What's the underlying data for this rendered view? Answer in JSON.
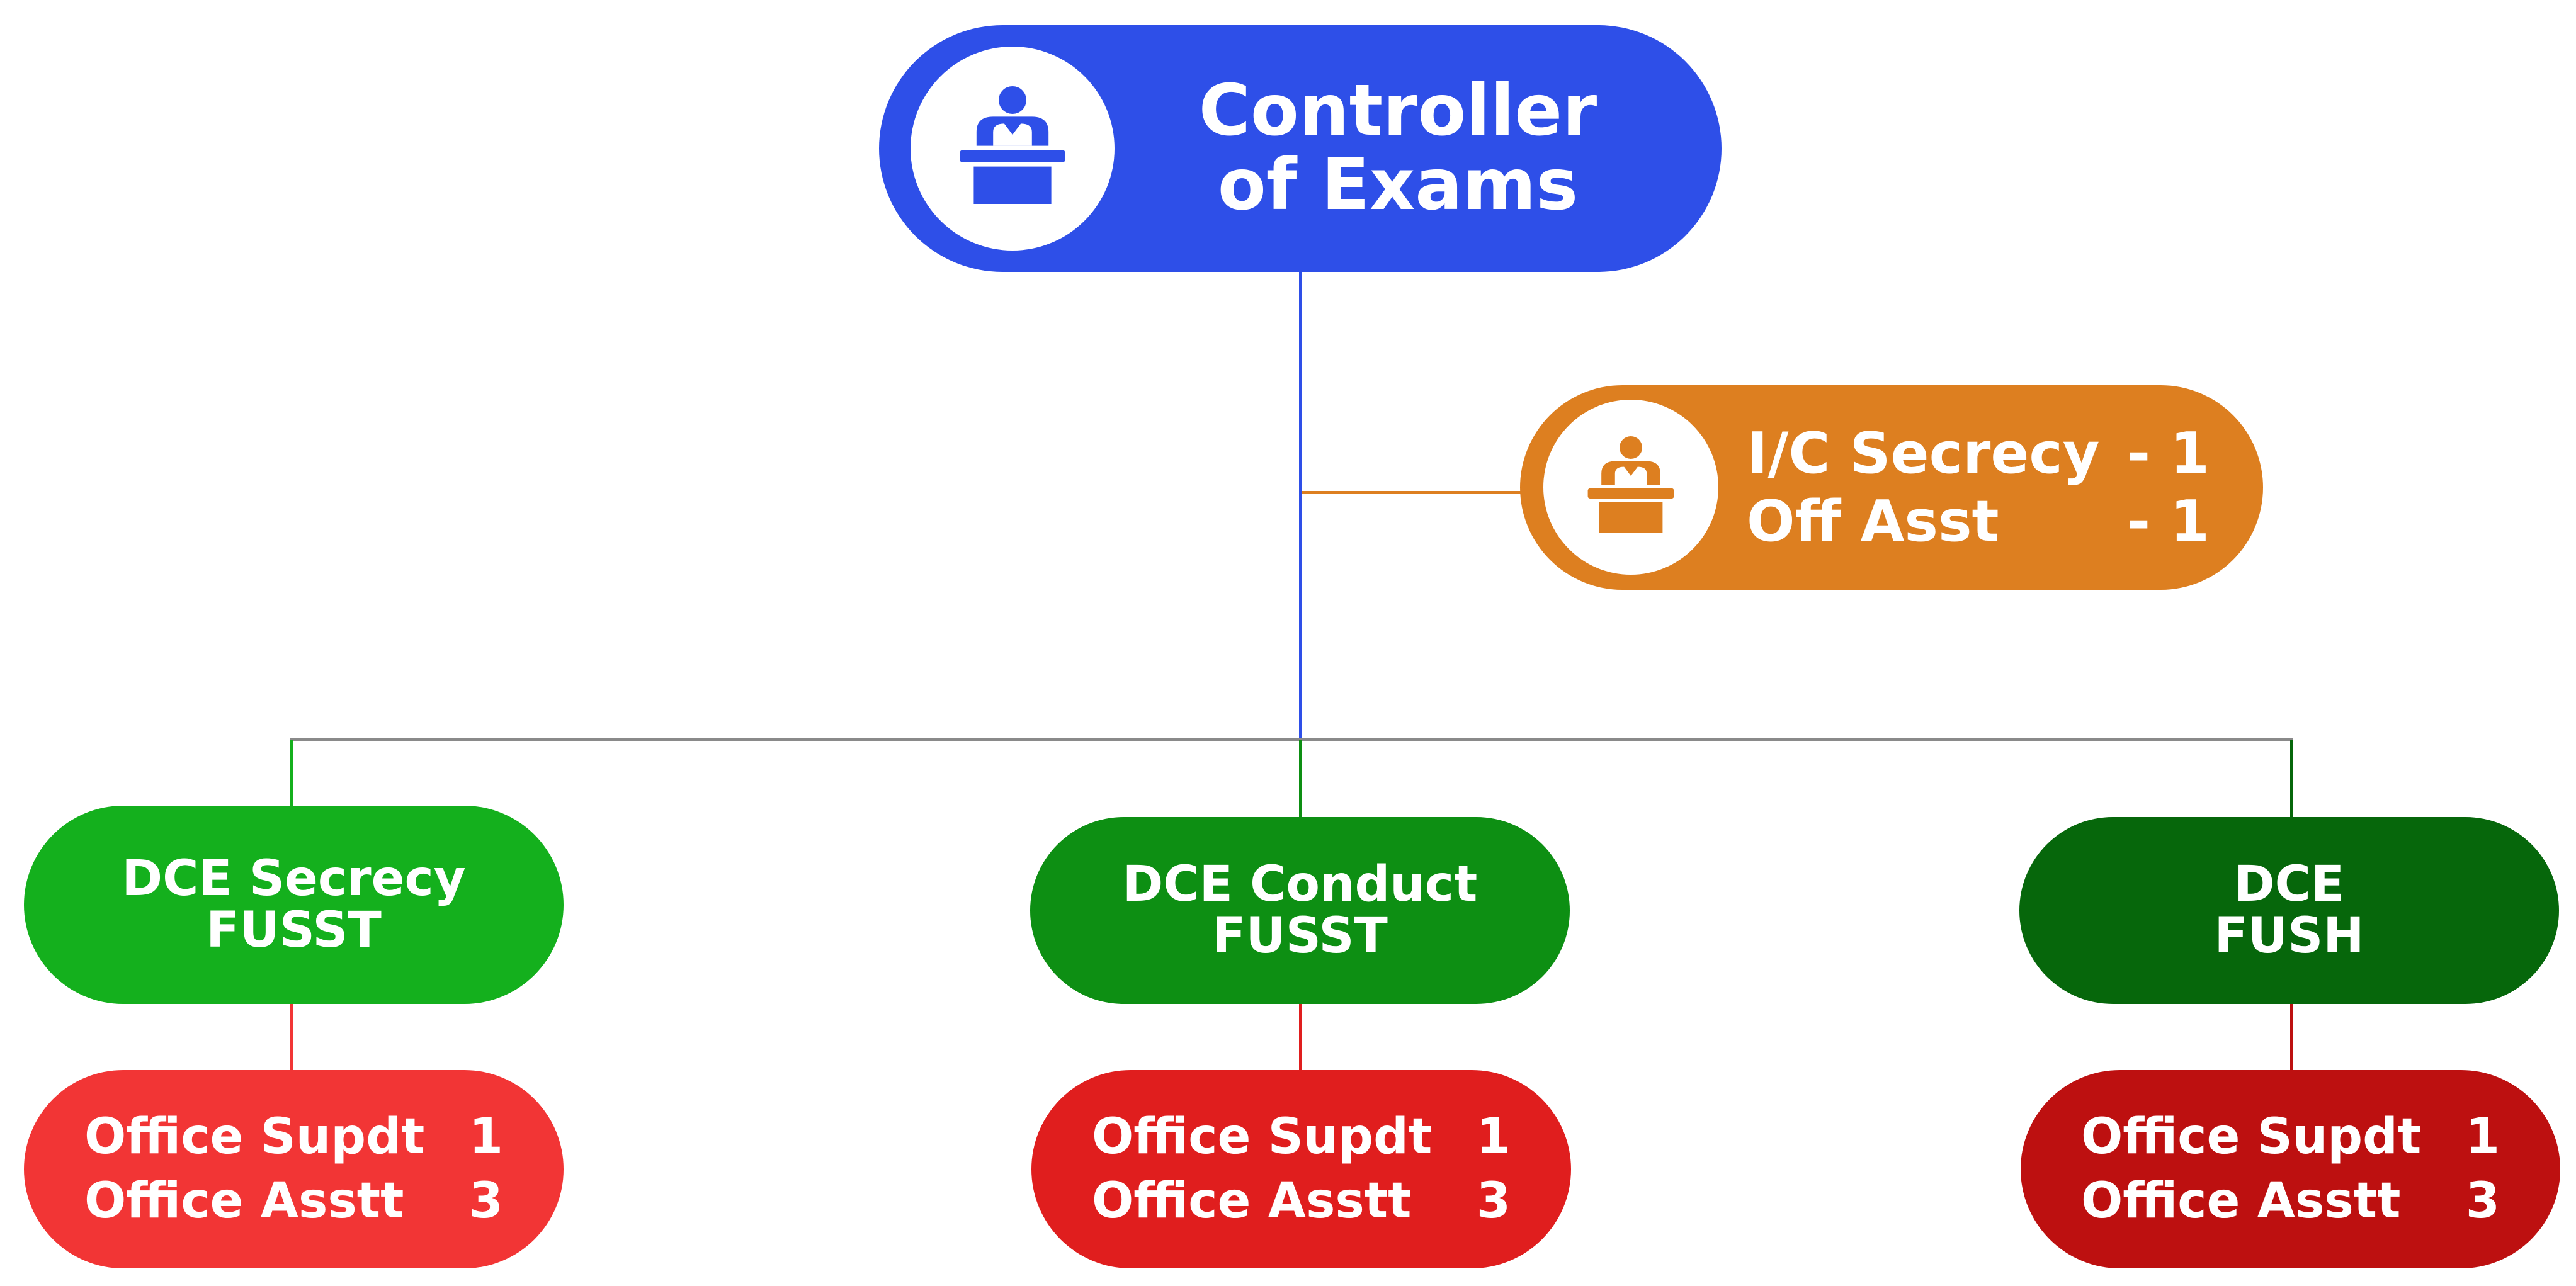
{
  "colors": {
    "controller": "#2E4FE8",
    "secretary": "#DD7F20",
    "dce_secrecy": "#14B01D",
    "dce_conduct": "#0D8F13",
    "dce_fush": "#06670B",
    "staff_1": "#F23535",
    "staff_2": "#E01E1E",
    "staff_3": "#BD1010",
    "trunk_line": "#2E4FE8",
    "branch_line": "#DD7F20",
    "bus_line": "#8A8A8A",
    "green_line": "#0D8F13",
    "red_line": "#D02020"
  },
  "controller": {
    "icon": "podium-speaker-icon",
    "line1": "Controller",
    "line2": "of Exams"
  },
  "secretary": {
    "icon": "podium-speaker-icon",
    "rows": [
      {
        "label": "I/C Secrecy",
        "count": "- 1"
      },
      {
        "label": "Off Asst",
        "count": "- 1"
      }
    ]
  },
  "departments": [
    {
      "line1": "DCE Secrecy",
      "line2": "FUSST"
    },
    {
      "line1": "DCE Conduct",
      "line2": "FUSST"
    },
    {
      "line1": "DCE",
      "line2": "FUSH"
    }
  ],
  "staff": [
    {
      "rows": [
        {
          "label": "Office Supdt",
          "count": "1"
        },
        {
          "label": "Office Asstt",
          "count": "3"
        }
      ]
    },
    {
      "rows": [
        {
          "label": "Office Supdt",
          "count": "1"
        },
        {
          "label": "Office Asstt",
          "count": "3"
        }
      ]
    },
    {
      "rows": [
        {
          "label": "Office Supdt",
          "count": "1"
        },
        {
          "label": "Office Asstt",
          "count": "3"
        }
      ]
    }
  ]
}
